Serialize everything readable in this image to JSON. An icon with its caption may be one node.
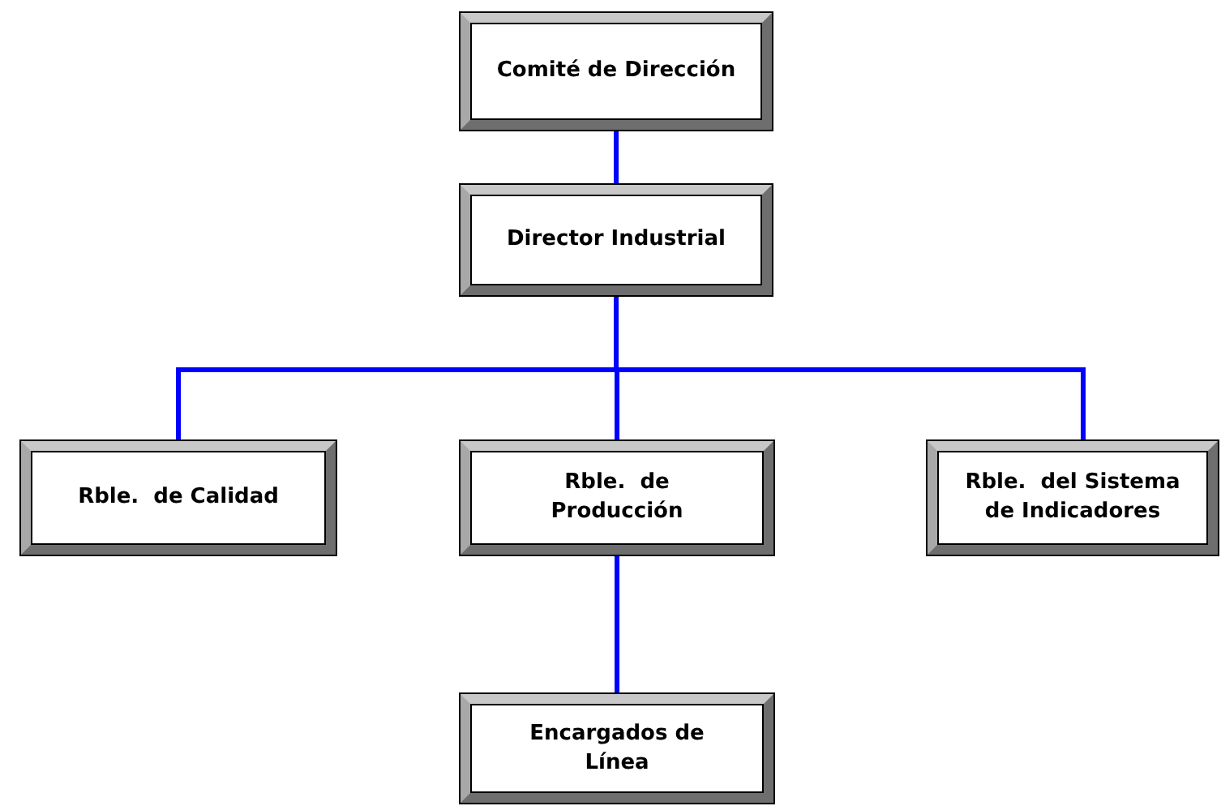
{
  "diagram": {
    "nodes": [
      {
        "text": [
          "Comité de Dirección"
        ]
      },
      {
        "text": [
          "Director Industrial"
        ]
      },
      {
        "text": [
          "Rble.  de Calidad"
        ]
      },
      {
        "text": [
          "Rble.  de Producción"
        ]
      },
      {
        "text": [
          "Rble.  del Sistema de Indicadores"
        ]
      },
      {
        "text": [
          "Encargados de Línea"
        ]
      }
    ],
    "edges": [
      {
        "from": 0,
        "to": 1,
        "arrow": "none"
      },
      {
        "from": 1,
        "to": 2,
        "arrow": "none"
      },
      {
        "from": 1,
        "to": 3,
        "arrow": "none"
      },
      {
        "from": 1,
        "to": 4,
        "arrow": "none"
      },
      {
        "from": 3,
        "to": 5,
        "arrow": "none"
      }
    ]
  }
}
